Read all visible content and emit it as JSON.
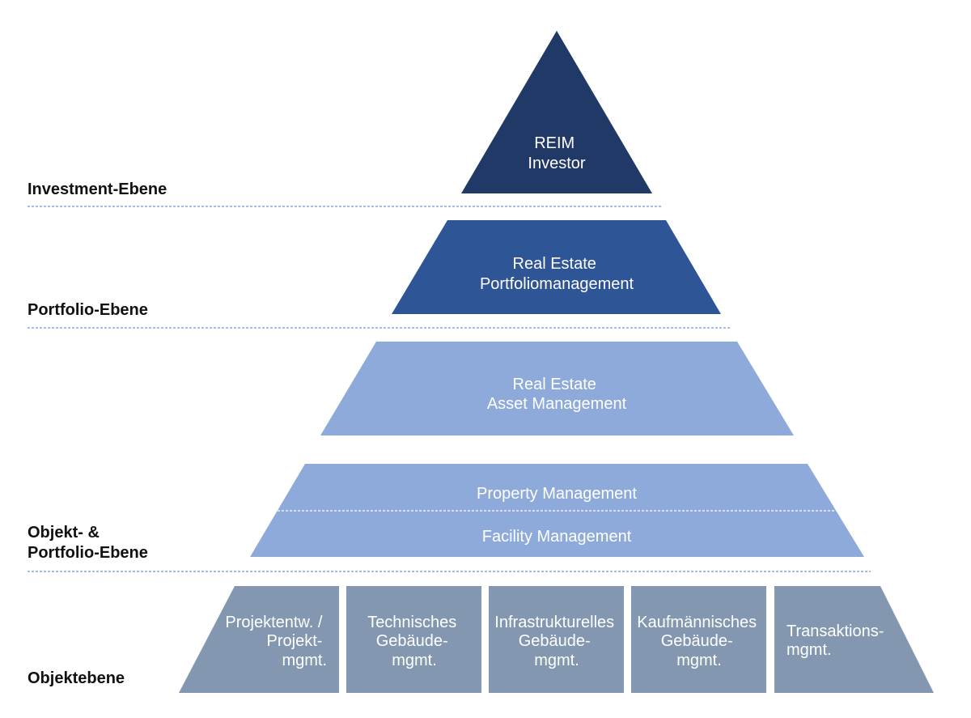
{
  "levels": {
    "investment": {
      "label": "Investment-Ebene"
    },
    "portfolio": {
      "label": "Portfolio-Ebene"
    },
    "object_portfolio": {
      "line1": "Objekt- &",
      "line2": "Portfolio-Ebene"
    },
    "object": {
      "label": "Objektebene"
    }
  },
  "pyramid": {
    "reim": {
      "lines": [
        "REIM",
        "Investor"
      ]
    },
    "portfolio_management": {
      "lines": [
        "Real Estate",
        "Portfoliomanagement"
      ]
    },
    "asset_management": {
      "lines": [
        "Real Estate",
        "Asset Management"
      ]
    },
    "property_management": {
      "label": "Property Management"
    },
    "facility_management": {
      "label": "Facility Management"
    }
  },
  "base_boxes": [
    {
      "lines": [
        "Projektentw. /",
        "Projekt-",
        "mgmt."
      ]
    },
    {
      "lines": [
        "Technisches",
        "Gebäude-",
        "mgmt."
      ]
    },
    {
      "lines": [
        "Infrastrukturelles",
        "Gebäude-",
        "mgmt."
      ]
    },
    {
      "lines": [
        "Kaufmännisches",
        "Gebäude-",
        "mgmt."
      ]
    },
    {
      "lines": [
        "Transaktions-",
        "mgmt."
      ]
    }
  ],
  "colors": {
    "tier1": "#213966",
    "tier2": "#2e5596",
    "tier3": "#8eaadb",
    "base": "#8397b1",
    "divider": "#6f95d6"
  }
}
